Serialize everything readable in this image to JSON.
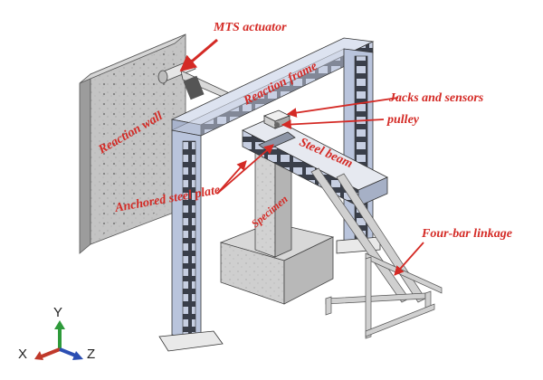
{
  "labels": {
    "mts_actuator": "MTS actuator",
    "reaction_frame": "Reaction frame",
    "reaction_wall": "Reaction wall",
    "jacks_sensors": "Jacks and sensors",
    "pulley": "pulley",
    "steel_beam": "Steel beam",
    "anchored_plate": "Anchored steel plate",
    "specimen": "Specimen",
    "four_bar": "Four-bar linkage"
  },
  "axes": {
    "y": "Y",
    "x": "X",
    "z": "Z"
  },
  "colors": {
    "annotation": "#d42a25",
    "frame": "#b9c4dc",
    "wall": "#c4c4c4",
    "axis_y": "#2e9a3a",
    "axis_x": "#c0392b",
    "axis_z": "#2c4fb3"
  }
}
